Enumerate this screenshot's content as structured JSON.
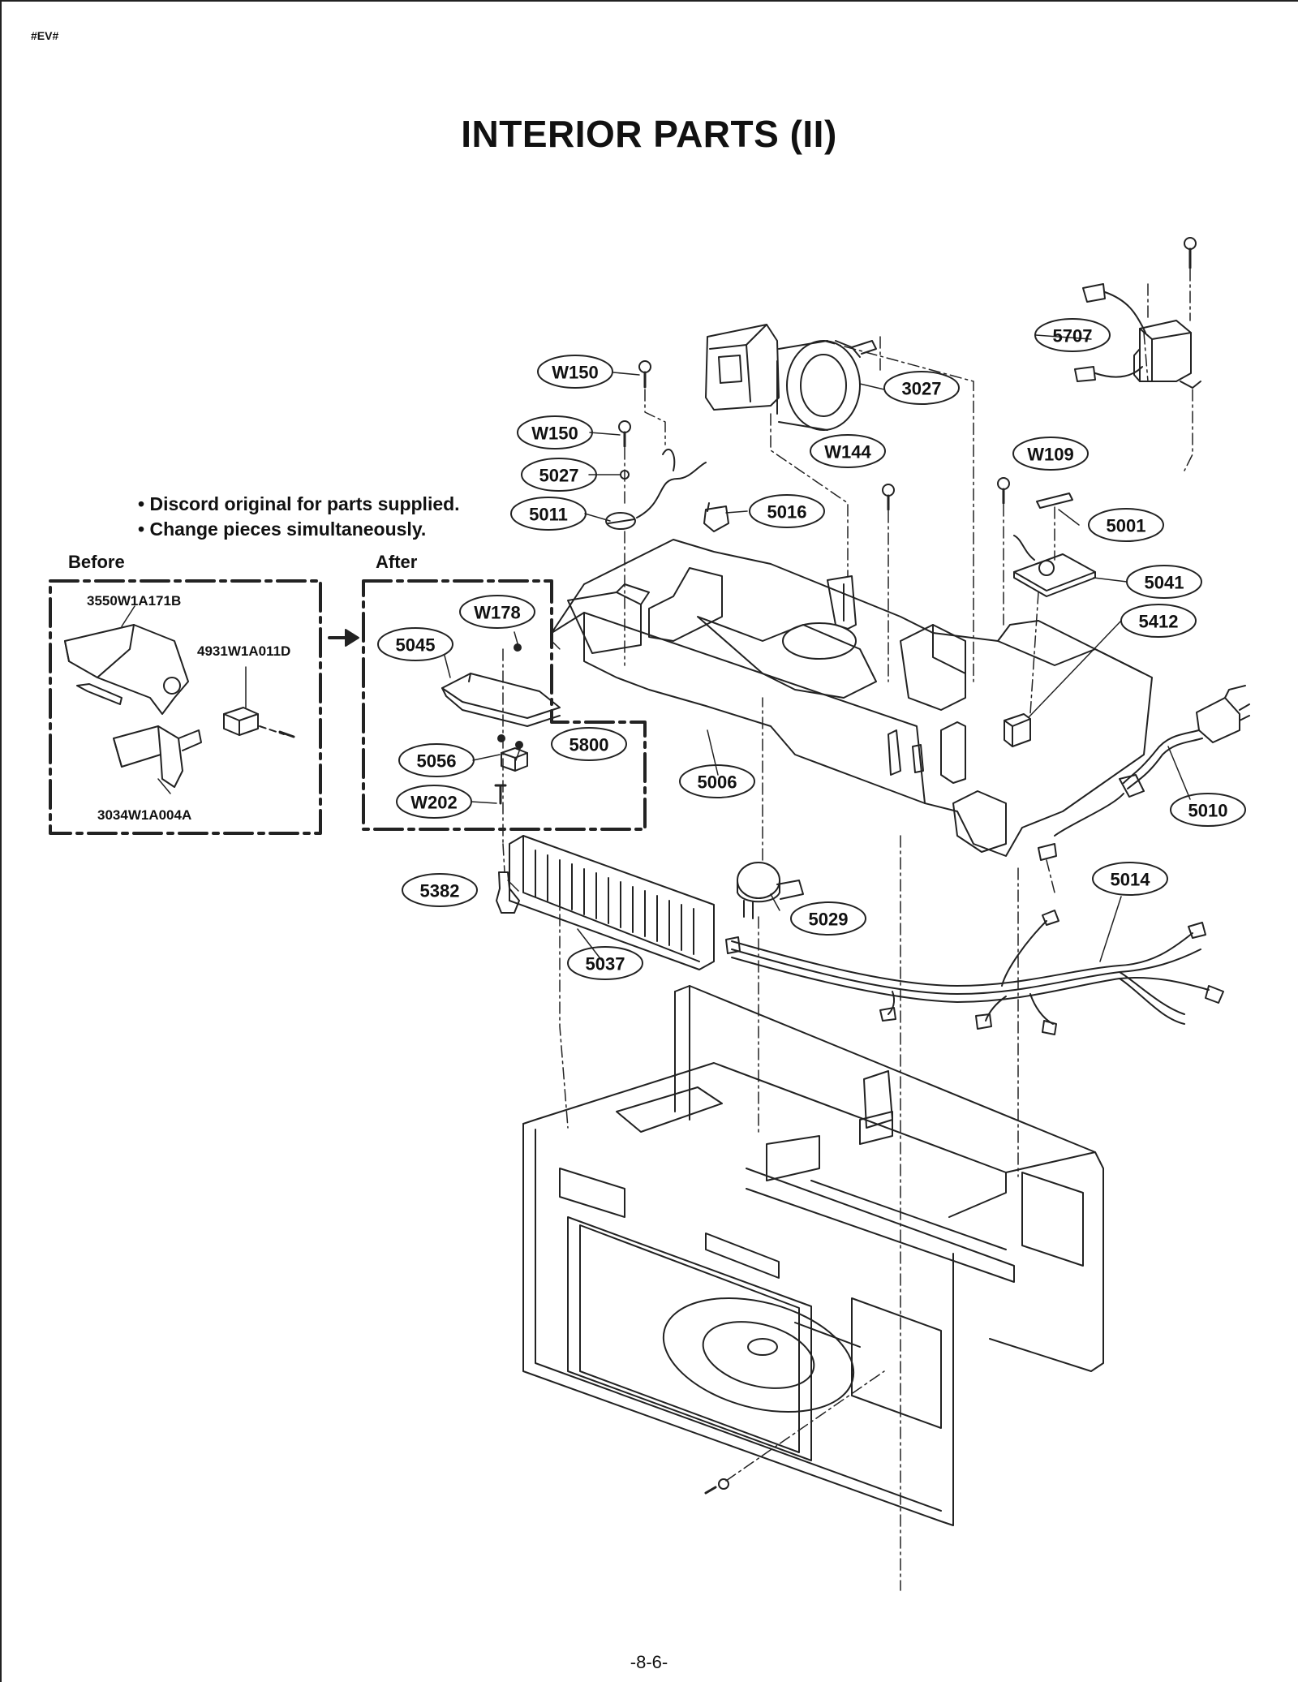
{
  "header": {
    "code": "#EV#"
  },
  "title": "INTERIOR PARTS (II)",
  "notes": [
    "Discord original for parts supplied.",
    "Change pieces simultaneously."
  ],
  "sections": {
    "before": "Before",
    "after": "After"
  },
  "before_parts": {
    "top": "3550W1A171B",
    "right": "4931W1A011D",
    "bottom": "3034W1A004A"
  },
  "callouts": {
    "c5707": "5707",
    "c3027": "3027",
    "cW150a": "W150",
    "cW150b": "W150",
    "c5027": "5027",
    "c5011": "5011",
    "c5016": "5016",
    "cW144": "W144",
    "cW109": "W109",
    "c5001": "5001",
    "c5041": "5041",
    "c5412": "5412",
    "cW178": "W178",
    "c5045": "5045",
    "c5800": "5800",
    "c5056": "5056",
    "cW202": "W202",
    "c5006": "5006",
    "c5010": "5010",
    "c5382": "5382",
    "c5029": "5029",
    "c5014": "5014",
    "c5037": "5037"
  },
  "page_number": "-8-6-"
}
